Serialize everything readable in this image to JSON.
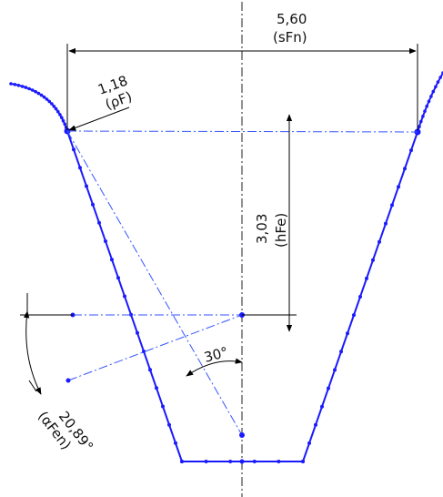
{
  "sketch": {
    "colors": {
      "profile": "#1a1aff",
      "dimension": "#000000",
      "centerline": "#222222",
      "construction": "#3355ff"
    }
  },
  "dimensions": {
    "sFn": {
      "value": "5,60",
      "name": "(sFn)"
    },
    "rhoF": {
      "value": "1,18",
      "name": "(ρF)"
    },
    "hFe": {
      "value": "3,03",
      "name": "(hFe)"
    },
    "angle30": {
      "value": "30°"
    },
    "alphaFen": {
      "value": "20,89°",
      "name": "(αFen)"
    }
  }
}
